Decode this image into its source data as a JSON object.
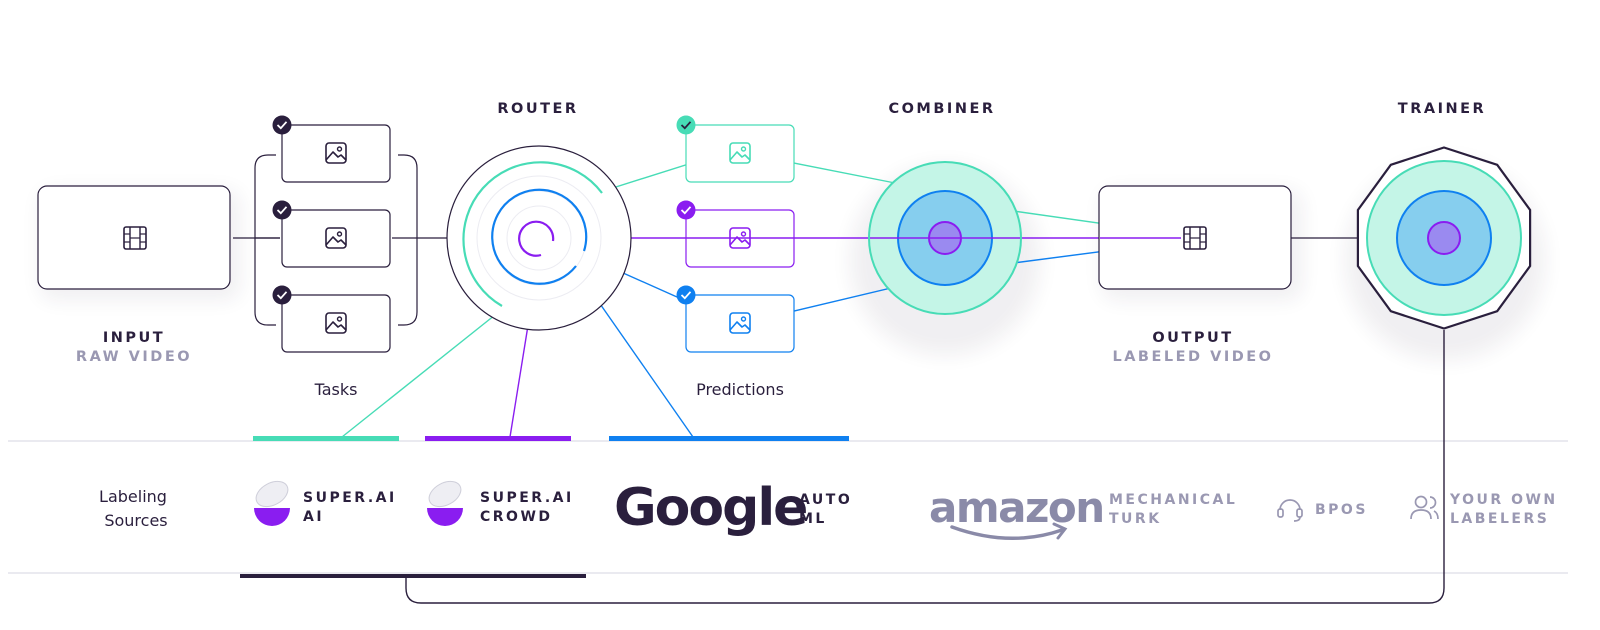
{
  "stages": {
    "input": {
      "title": "INPUT",
      "subtitle": "RAW VIDEO"
    },
    "tasks": {
      "caption": "Tasks"
    },
    "router": {
      "title": "ROUTER"
    },
    "predictions": {
      "caption": "Predictions"
    },
    "combiner": {
      "title": "COMBINER"
    },
    "output": {
      "title": "OUTPUT",
      "subtitle": "LABELED VIDEO"
    },
    "trainer": {
      "title": "TRAINER"
    }
  },
  "labeling_sources": {
    "heading_line1": "Labeling",
    "heading_line2": "Sources",
    "items": [
      {
        "line1": "SUPER.AI",
        "line2": "AI"
      },
      {
        "line1": "SUPER.AI",
        "line2": "CROWD"
      },
      {
        "logo_text": "Google",
        "line1": "AUTO",
        "line2": "ML"
      },
      {
        "logo_text": "amazon",
        "line1": "MECHANICAL",
        "line2": "TURK"
      },
      {
        "line1": "BPOS"
      },
      {
        "line1": "YOUR OWN",
        "line2": "LABELERS"
      }
    ]
  },
  "colors": {
    "dark": "#2a1f3d",
    "teal": "#47dcb6",
    "purple": "#8a1df0",
    "blue": "#0f80f0",
    "muted": "#9a98b2"
  },
  "icons": {
    "input": "film-icon",
    "task": "image-icon",
    "check": "check-icon",
    "output": "film-icon",
    "bpo": "headset-icon",
    "labelers": "users-icon"
  }
}
